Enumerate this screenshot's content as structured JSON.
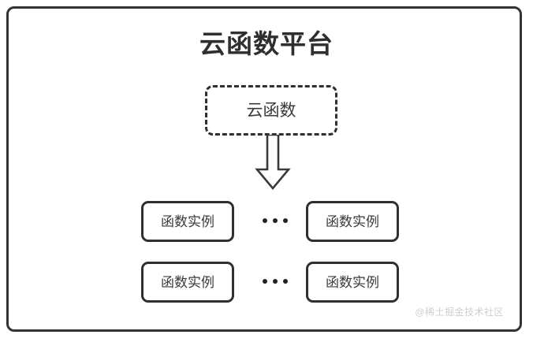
{
  "diagram": {
    "title": "云函数平台",
    "cloud_function": {
      "label": "云函数",
      "border_style": "dashed"
    },
    "arrow": {
      "name": "down-block-arrow",
      "direction": "down"
    },
    "instance_rows": [
      {
        "left_box": "函数实例",
        "ellipsis": "•••",
        "right_box": "函数实例"
      },
      {
        "left_box": "函数实例",
        "ellipsis": "•••",
        "right_box": "函数实例"
      }
    ],
    "watermark": "@稀土掘金技术社区",
    "colors": {
      "stroke": "#2f2f2f",
      "frame": "#333333",
      "text": "#3a3a3a",
      "background": "#ffffff",
      "watermark": "#cfcfcf"
    }
  }
}
